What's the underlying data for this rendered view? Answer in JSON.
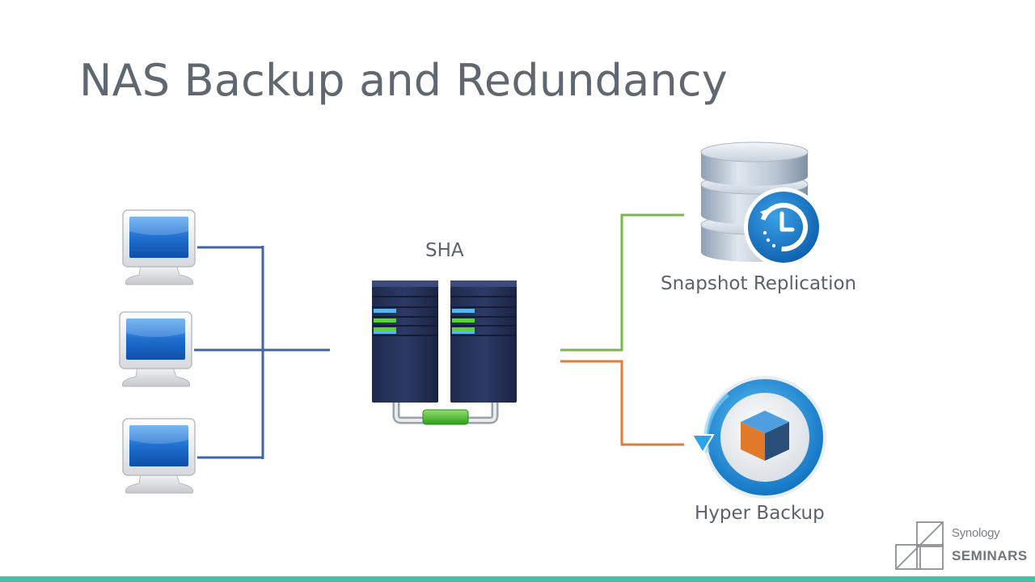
{
  "slide": {
    "title": "NAS Backup and Redundancy"
  },
  "diagram": {
    "center_label": "SHA",
    "targets": [
      {
        "label": "Snapshot Replication",
        "icon": "snapshot-replication-icon",
        "line_color": "#7ab648"
      },
      {
        "label": "Hyper Backup",
        "icon": "hyper-backup-icon",
        "line_color": "#e07b39"
      }
    ],
    "clients": [
      {
        "icon": "monitor-icon"
      },
      {
        "icon": "monitor-icon"
      },
      {
        "icon": "monitor-icon"
      }
    ],
    "client_line_color": "#3f64a8"
  },
  "branding": {
    "brand": "Synology",
    "sub": "SEMINARS",
    "accent": "#3fc2a6"
  }
}
